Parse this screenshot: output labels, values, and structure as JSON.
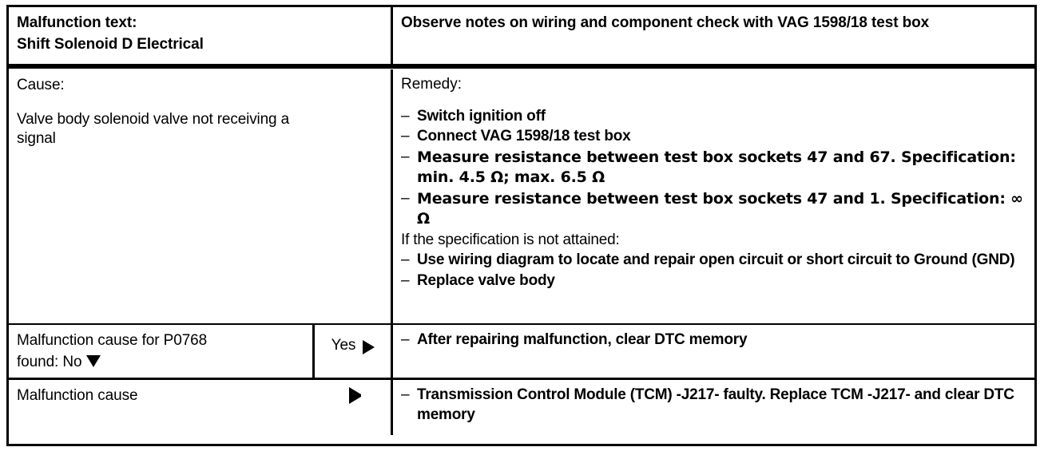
{
  "document": {
    "type": "diagnostic-fault-table",
    "columns": [
      "Malfunction / Cause",
      "Observe notes / Remedy"
    ]
  },
  "header": {
    "left_label": "Malfunction text:",
    "left_value": "Shift Solenoid D Electrical",
    "right_text": "Observe notes on wiring and component check with VAG 1598/18 test box"
  },
  "body_row": {
    "cause_label": "Cause:",
    "cause_text": "Valve body solenoid valve not receiving a signal",
    "remedy_label": "Remedy:",
    "remedy_items": [
      {
        "dash": "–",
        "text": "Switch ignition off"
      },
      {
        "dash": "–",
        "text": "Connect VAG 1598/18 test box"
      },
      {
        "dash": "–",
        "text": "Measure resistance between test box sockets 47 and 67.  Specification: min. 4.5 Ω;  max. 6.5 Ω"
      },
      {
        "dash": "–",
        "text": "Measure resistance between test box sockets 47 and 1.  Specification: ∞ Ω"
      },
      {
        "dash": "",
        "text": "If the specification is not attained:"
      },
      {
        "dash": "–",
        "text": "Use wiring diagram to locate and repair open circuit or short circuit to Ground (GND)"
      },
      {
        "dash": "–",
        "text": "Replace valve body"
      }
    ]
  },
  "yes_row": {
    "question_line1": "Malfunction cause for P0768",
    "question_line2": "found: No",
    "down_arrow_icon": "triangle-down-icon",
    "yes_label": "Yes",
    "yes_arrow_icon": "triangle-right-icon",
    "action_dash": "–",
    "action_text": "After repairing malfunction, clear DTC memory"
  },
  "last_row": {
    "question": "Malfunction cause",
    "arrow_icon": "triangle-right-icon",
    "action_dash": "–",
    "action_text": "Transmission Control Module (TCM) -J217- faulty.  Replace TCM -J217- and clear DTC memory"
  },
  "colors": {
    "ink": "#000000",
    "paper": "#ffffff"
  }
}
